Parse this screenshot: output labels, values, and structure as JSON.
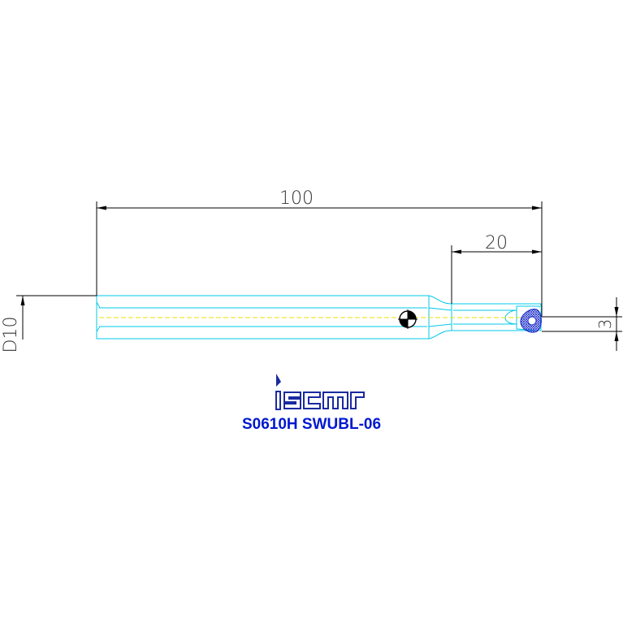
{
  "dimensions": {
    "overall_length": "100",
    "head_length": "20",
    "shank_diameter": "D10",
    "min_bore": "3"
  },
  "brand": {
    "logo_text": "iscar",
    "part_code": "S0610H SWUBL-06"
  },
  "colors": {
    "outline": "#00c8e8",
    "dimension": "#000000",
    "insert": "#2233cc",
    "logo": "#1a2aa0",
    "part_code": "#0018d0",
    "centerline": "#e8e000"
  }
}
